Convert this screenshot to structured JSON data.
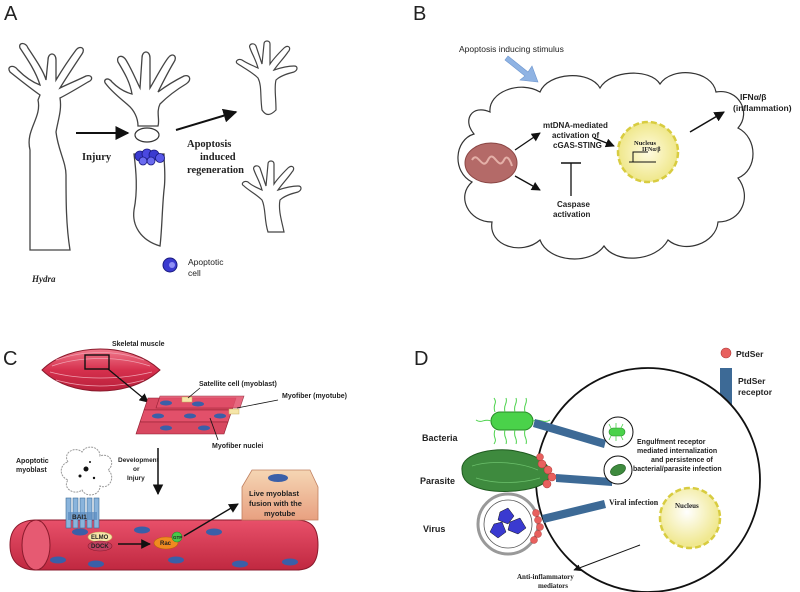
{
  "panels": {
    "a": {
      "letter": "A",
      "organism_label": "Hydra",
      "injury_label": "Injury",
      "regeneration_label_1": "Apoptosis",
      "regeneration_label_2": "induced",
      "regeneration_label_3": "regeneration",
      "legend_label_1": "Apoptotic",
      "legend_label_2": "cell"
    },
    "b": {
      "letter": "B",
      "stimulus_label": "Apoptosis inducing stimulus",
      "mtdna_label_1": "mtDNA-mediated",
      "mtdna_label_2": "activation of",
      "mtdna_label_3": "cGAS-STING",
      "caspase_label_1": "Caspase",
      "caspase_label_2": "activation",
      "nucleus_label": "Nucleus",
      "ifn_gene_label": "IFNα/β",
      "output_label_1": "IFNα/β",
      "output_label_2": "(inflammation)"
    },
    "c": {
      "letter": "C",
      "skeletal_label": "Skeletal muscle",
      "satellite_label": "Satellite cell (myoblast)",
      "myofiber_label": "Myofiber (myotube)",
      "nuclei_label": "Myofiber nuclei",
      "development_label_1": "Development",
      "development_label_2": "or",
      "development_label_3": "Injury",
      "apoptotic_label_1": "Apoptotic",
      "apoptotic_label_2": "myoblast",
      "bai1_label": "BAI1",
      "elmo_label": "ELMO",
      "dock_label": "DOCK",
      "rac_label": "Rac",
      "gtp_label": "GTP",
      "fusion_label_1": "Live myoblast",
      "fusion_label_2": "fusion with the",
      "fusion_label_3": "myotube"
    },
    "d": {
      "letter": "D",
      "ptdser_label": "PtdSer",
      "receptor_label_1": "PtdSer",
      "receptor_label_2": "receptor",
      "bacteria_label": "Bacteria",
      "parasite_label": "Parasite",
      "virus_label": "Virus",
      "engulf_label_1": "Engulfment receptor",
      "engulf_label_2": "mediated internalization",
      "engulf_label_3": "and persistence of",
      "engulf_label_4": "bacterial/parasite infection",
      "viral_label": "Viral infection",
      "nucleus_label": "Nucleus",
      "antiinflam_label_1": "Anti-inflammatory",
      "antiinflam_label_2": "mediators"
    }
  },
  "colors": {
    "muscle_red": "#d8405a",
    "nucleus_blue": "#3a5fa8",
    "receptor_blue": "#3d6a96",
    "nucleus_yellow": "#f3eea0",
    "mito": "#b46a68",
    "bacteria_green": "#4ad24a",
    "ptdser": "#e8605e",
    "stimulus_arrow": "#8fb3e3"
  }
}
